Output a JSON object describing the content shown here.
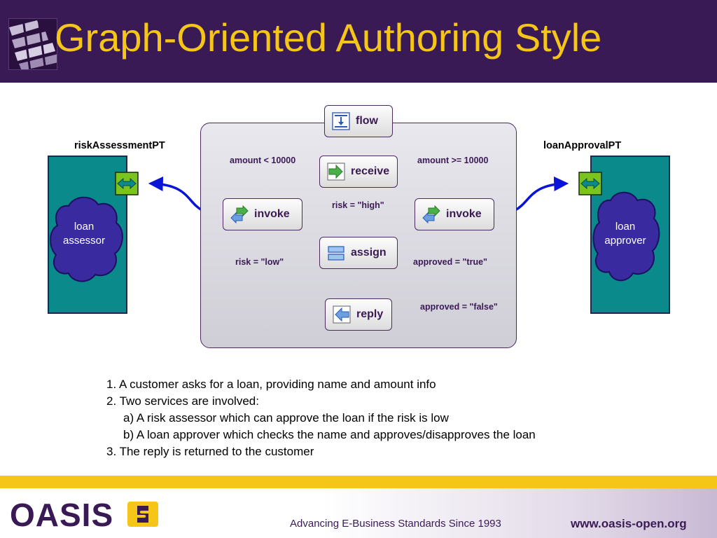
{
  "header": {
    "title": "Graph-Oriented Authoring Style"
  },
  "diagram": {
    "nodes": {
      "flow": "flow",
      "receive": "receive",
      "invoke_left": "invoke",
      "invoke_right": "invoke",
      "assign": "assign",
      "reply": "reply"
    },
    "conditions": {
      "amount_lt": "amount < 10000",
      "amount_gte": "amount >= 10000",
      "risk_high": "risk = \"high\"",
      "risk_low": "risk = \"low\"",
      "approved_true": "approved = \"true\"",
      "approved_false": "approved = \"false\""
    },
    "left_partner": {
      "port_type": "riskAssessmentPT",
      "name_line1": "loan",
      "name_line2": "assessor"
    },
    "right_partner": {
      "port_type": "loanApprovalPT",
      "name_line1": "loan",
      "name_line2": "approver"
    },
    "colors": {
      "arrow": "#0a14d8",
      "partner_box": "#0a8a8a",
      "cloud": "#3a2aa0",
      "port": "#7bc41e",
      "accent": "#f5c518"
    }
  },
  "notes": [
    "1. A customer asks for a loan, providing name and amount info",
    "2. Two services are involved:",
    "a) A risk assessor which can approve the loan if the risk is low",
    "b) A loan approver which checks the name and approves/disapproves the loan",
    "3. The reply is returned to the customer"
  ],
  "footer": {
    "logo_text": "OASIS",
    "tagline": "Advancing E-Business Standards Since 1993",
    "url": "www.oasis-open.org"
  }
}
